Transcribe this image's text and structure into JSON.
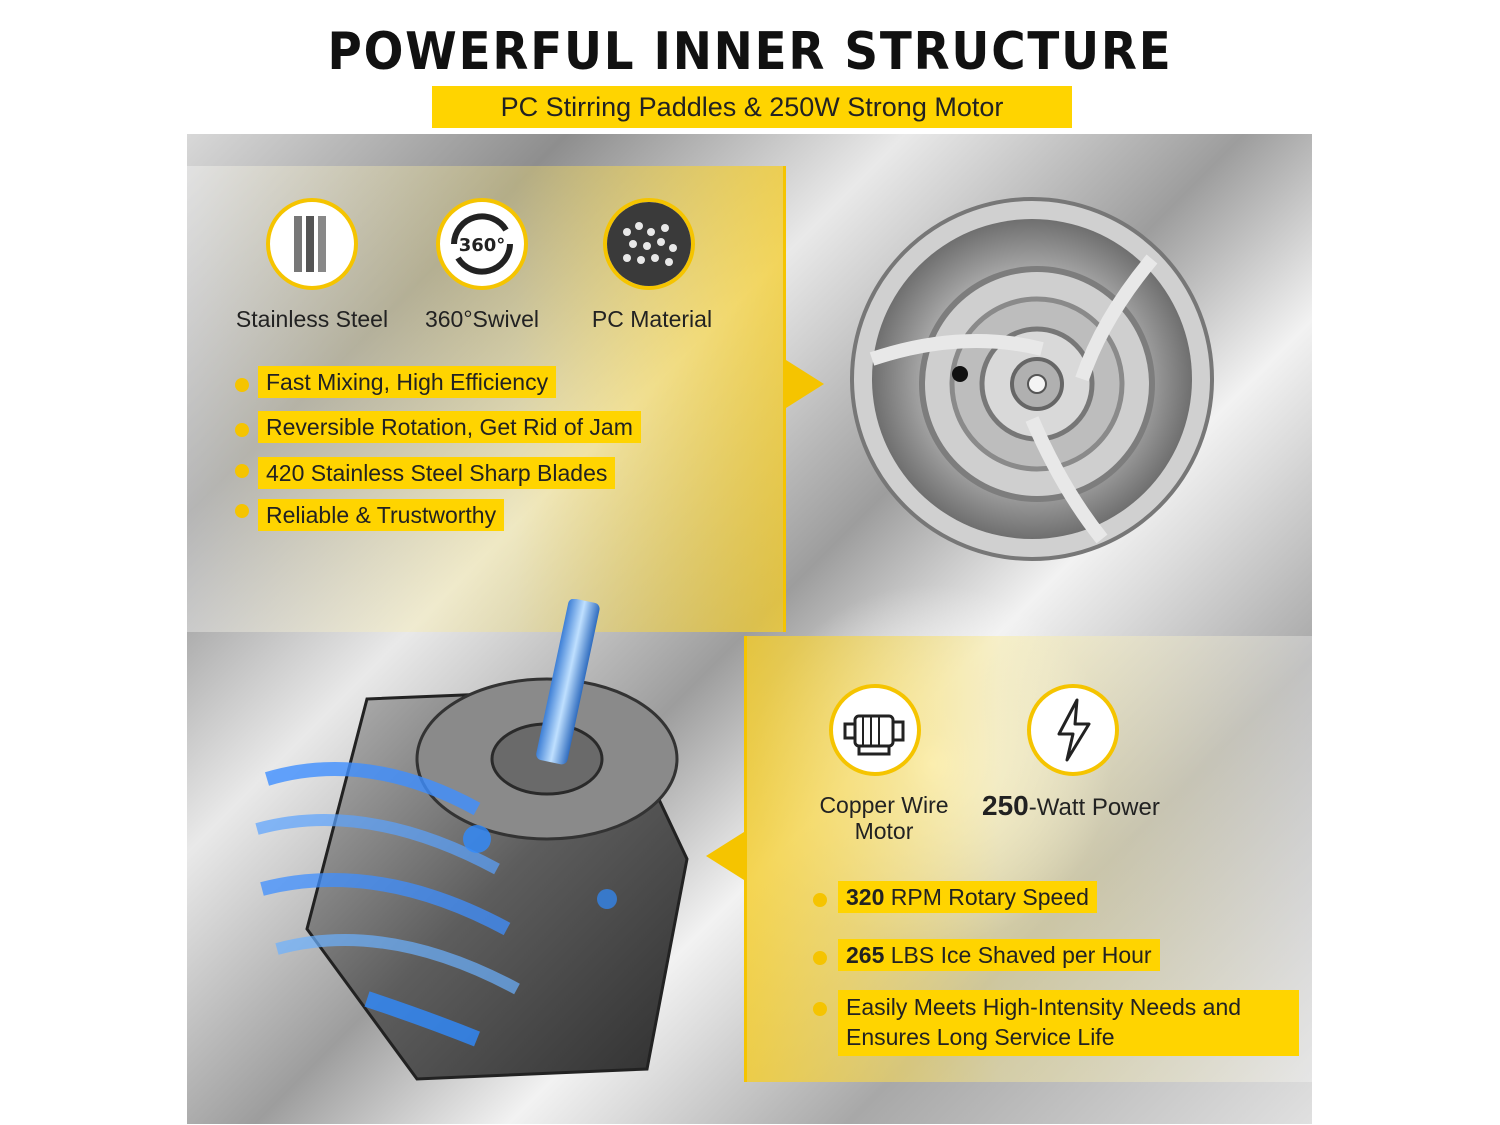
{
  "header": {
    "title": "POWERFUL INNER STRUCTURE",
    "subtitle": "PC Stirring Paddles & 250W Strong Motor"
  },
  "blades_section": {
    "features": [
      {
        "icon": "stainless-steel-icon",
        "label": "Stainless Steel"
      },
      {
        "icon": "swivel-360-icon",
        "icon_text": "360°",
        "label": "360°Swivel"
      },
      {
        "icon": "pc-pellets-icon",
        "label": "PC Material"
      }
    ],
    "bullets": [
      "Fast Mixing, High Efficiency",
      "Reversible Rotation, Get Rid of Jam",
      "420 Stainless Steel Sharp Blades",
      "Reliable & Trustworthy"
    ]
  },
  "motor_section": {
    "features": [
      {
        "icon": "copper-motor-icon",
        "label_line1": "Copper Wire",
        "label_line2": "Motor"
      },
      {
        "icon": "lightning-icon",
        "label_value": "250",
        "label_suffix": "-Watt Power"
      }
    ],
    "bullets": [
      {
        "value": "320",
        "text": " RPM Rotary Speed"
      },
      {
        "value": "265",
        "text": " LBS Ice Shaved per Hour"
      },
      {
        "value": "",
        "text": "Easily Meets High-Intensity Needs and Ensures Long Service Life"
      }
    ]
  },
  "colors": {
    "accent": "#ffd400",
    "accent_dark": "#f5c400",
    "motor_glow": "#2f8bff"
  }
}
